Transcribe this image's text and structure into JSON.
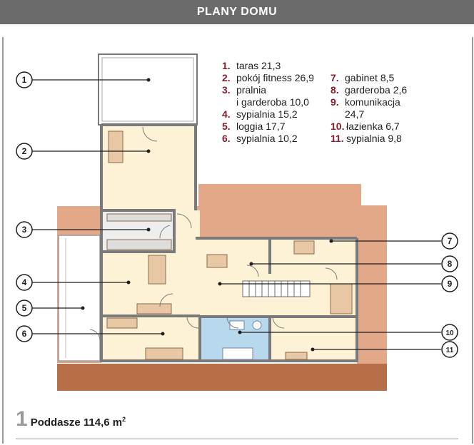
{
  "header": {
    "title": "PLANY DOMU"
  },
  "legend": {
    "col1": [
      {
        "num": "1.",
        "label": "taras 21,3"
      },
      {
        "num": "2.",
        "label": "pokój fitness 26,9"
      },
      {
        "num": "3.",
        "label": "pralnia"
      },
      {
        "num": "",
        "label": "i garderoba 10,0"
      },
      {
        "num": "4.",
        "label": "sypialnia 15,2"
      },
      {
        "num": "5.",
        "label": "loggia 17,7"
      },
      {
        "num": "6.",
        "label": "sypialnia 10,2"
      }
    ],
    "col2": [
      {
        "num": "7.",
        "label": "gabinet 8,5"
      },
      {
        "num": "8.",
        "label": "garderoba 2,6"
      },
      {
        "num": "9.",
        "label": "komunikacja"
      },
      {
        "num": "",
        "label": "24,7"
      },
      {
        "num": "10.",
        "label": "łazienka 6,7"
      },
      {
        "num": "11.",
        "label": "sypialnia 9,8"
      }
    ]
  },
  "markers": [
    "1",
    "2",
    "3",
    "4",
    "5",
    "6",
    "7",
    "8",
    "9",
    "10",
    "11"
  ],
  "caption": {
    "number": "1",
    "text": "Poddasze 114,6 m",
    "sup": "2"
  },
  "colors": {
    "header_bg": "#6b6b6b",
    "legend_number": "#8b1a2b",
    "room_fill": "#fdf1d6",
    "roof_fill": "#e3a888",
    "brick_fill": "#b86e48",
    "bath_fill": "#b8d8ee",
    "wall": "#7a7a7a"
  }
}
